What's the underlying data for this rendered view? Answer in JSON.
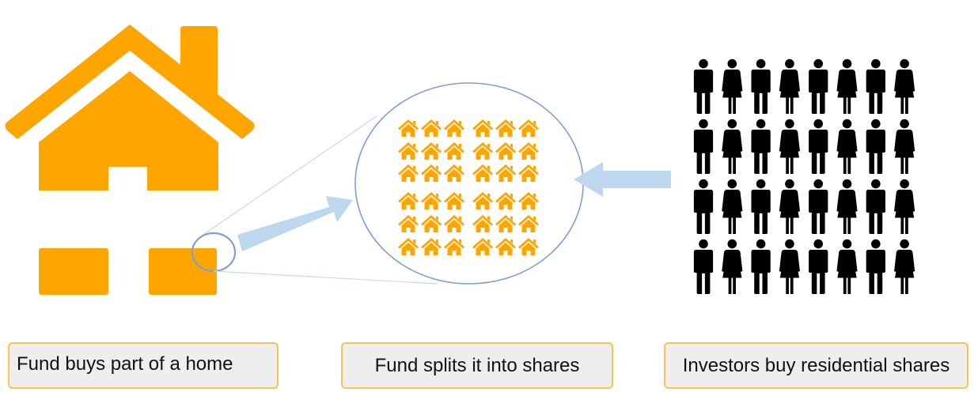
{
  "colors": {
    "house": "#ffa500",
    "arrow": "#bcd7ee",
    "circle": "#7f9fd3",
    "people": "#000000",
    "caption_border": "#f5c451",
    "caption_fill": "#eeeeee"
  },
  "icons": {
    "big_house": "house-icon",
    "shares": "house-icon",
    "investors": [
      "man-icon",
      "woman-icon"
    ]
  },
  "share_grid": {
    "rows": 6,
    "cols": 6
  },
  "investor_grid": {
    "rows": 4,
    "cols": 8
  },
  "steps": [
    {
      "label": "Fund buys part of a home"
    },
    {
      "label": "Fund splits it into shares"
    },
    {
      "label": "Investors buy residential shares"
    }
  ]
}
